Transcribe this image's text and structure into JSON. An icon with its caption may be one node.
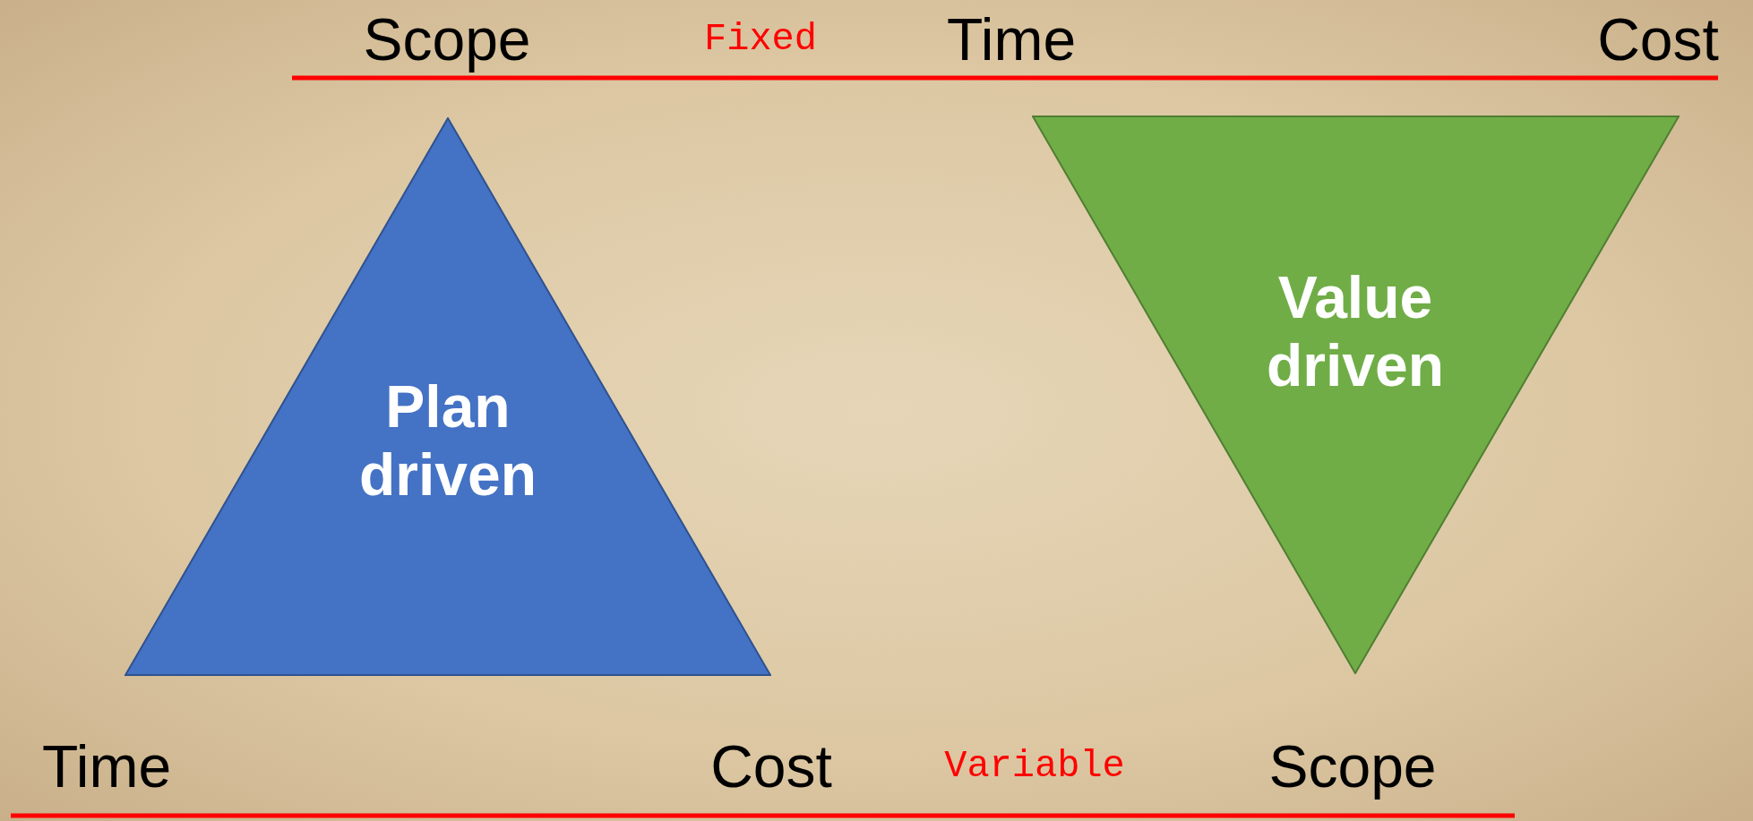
{
  "diagram": {
    "nodes": [
      {
        "text": [
          "Plan driven"
        ]
      },
      {
        "text": [
          "Value driven"
        ]
      }
    ],
    "labels": [
      "Scope",
      "Fixed",
      "Time",
      "Cost",
      "Time",
      "Cost",
      "Variable",
      "Scope"
    ]
  }
}
